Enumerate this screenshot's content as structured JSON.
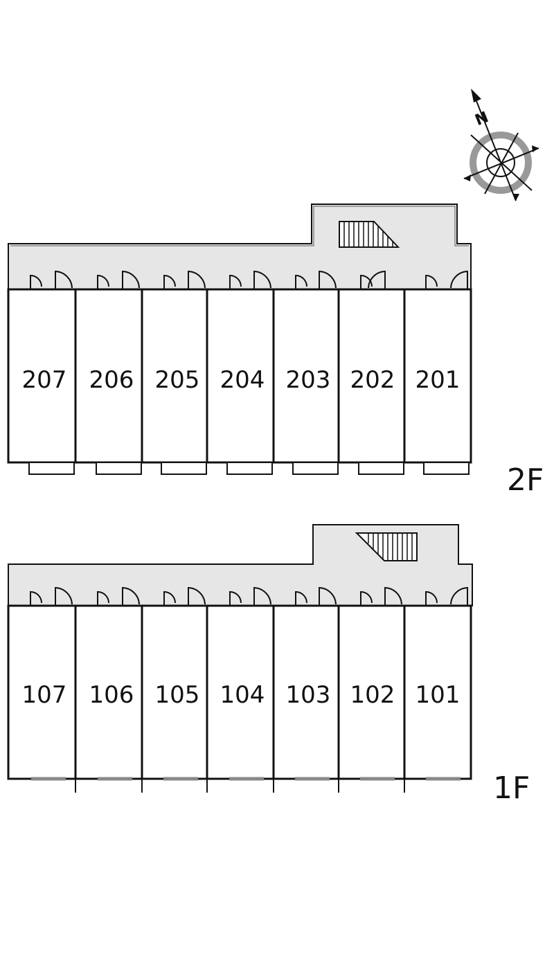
{
  "floors": [
    {
      "id": "2f",
      "label": "2F",
      "units": [
        "207",
        "206",
        "205",
        "204",
        "203",
        "202",
        "201"
      ]
    },
    {
      "id": "1f",
      "label": "1F",
      "units": [
        "107",
        "106",
        "105",
        "104",
        "103",
        "102",
        "101"
      ]
    }
  ],
  "compass": {
    "north": "N"
  },
  "colors": {
    "corridor": "#e6e6e6",
    "walls": "#111111",
    "compass_ring": "#999999"
  }
}
